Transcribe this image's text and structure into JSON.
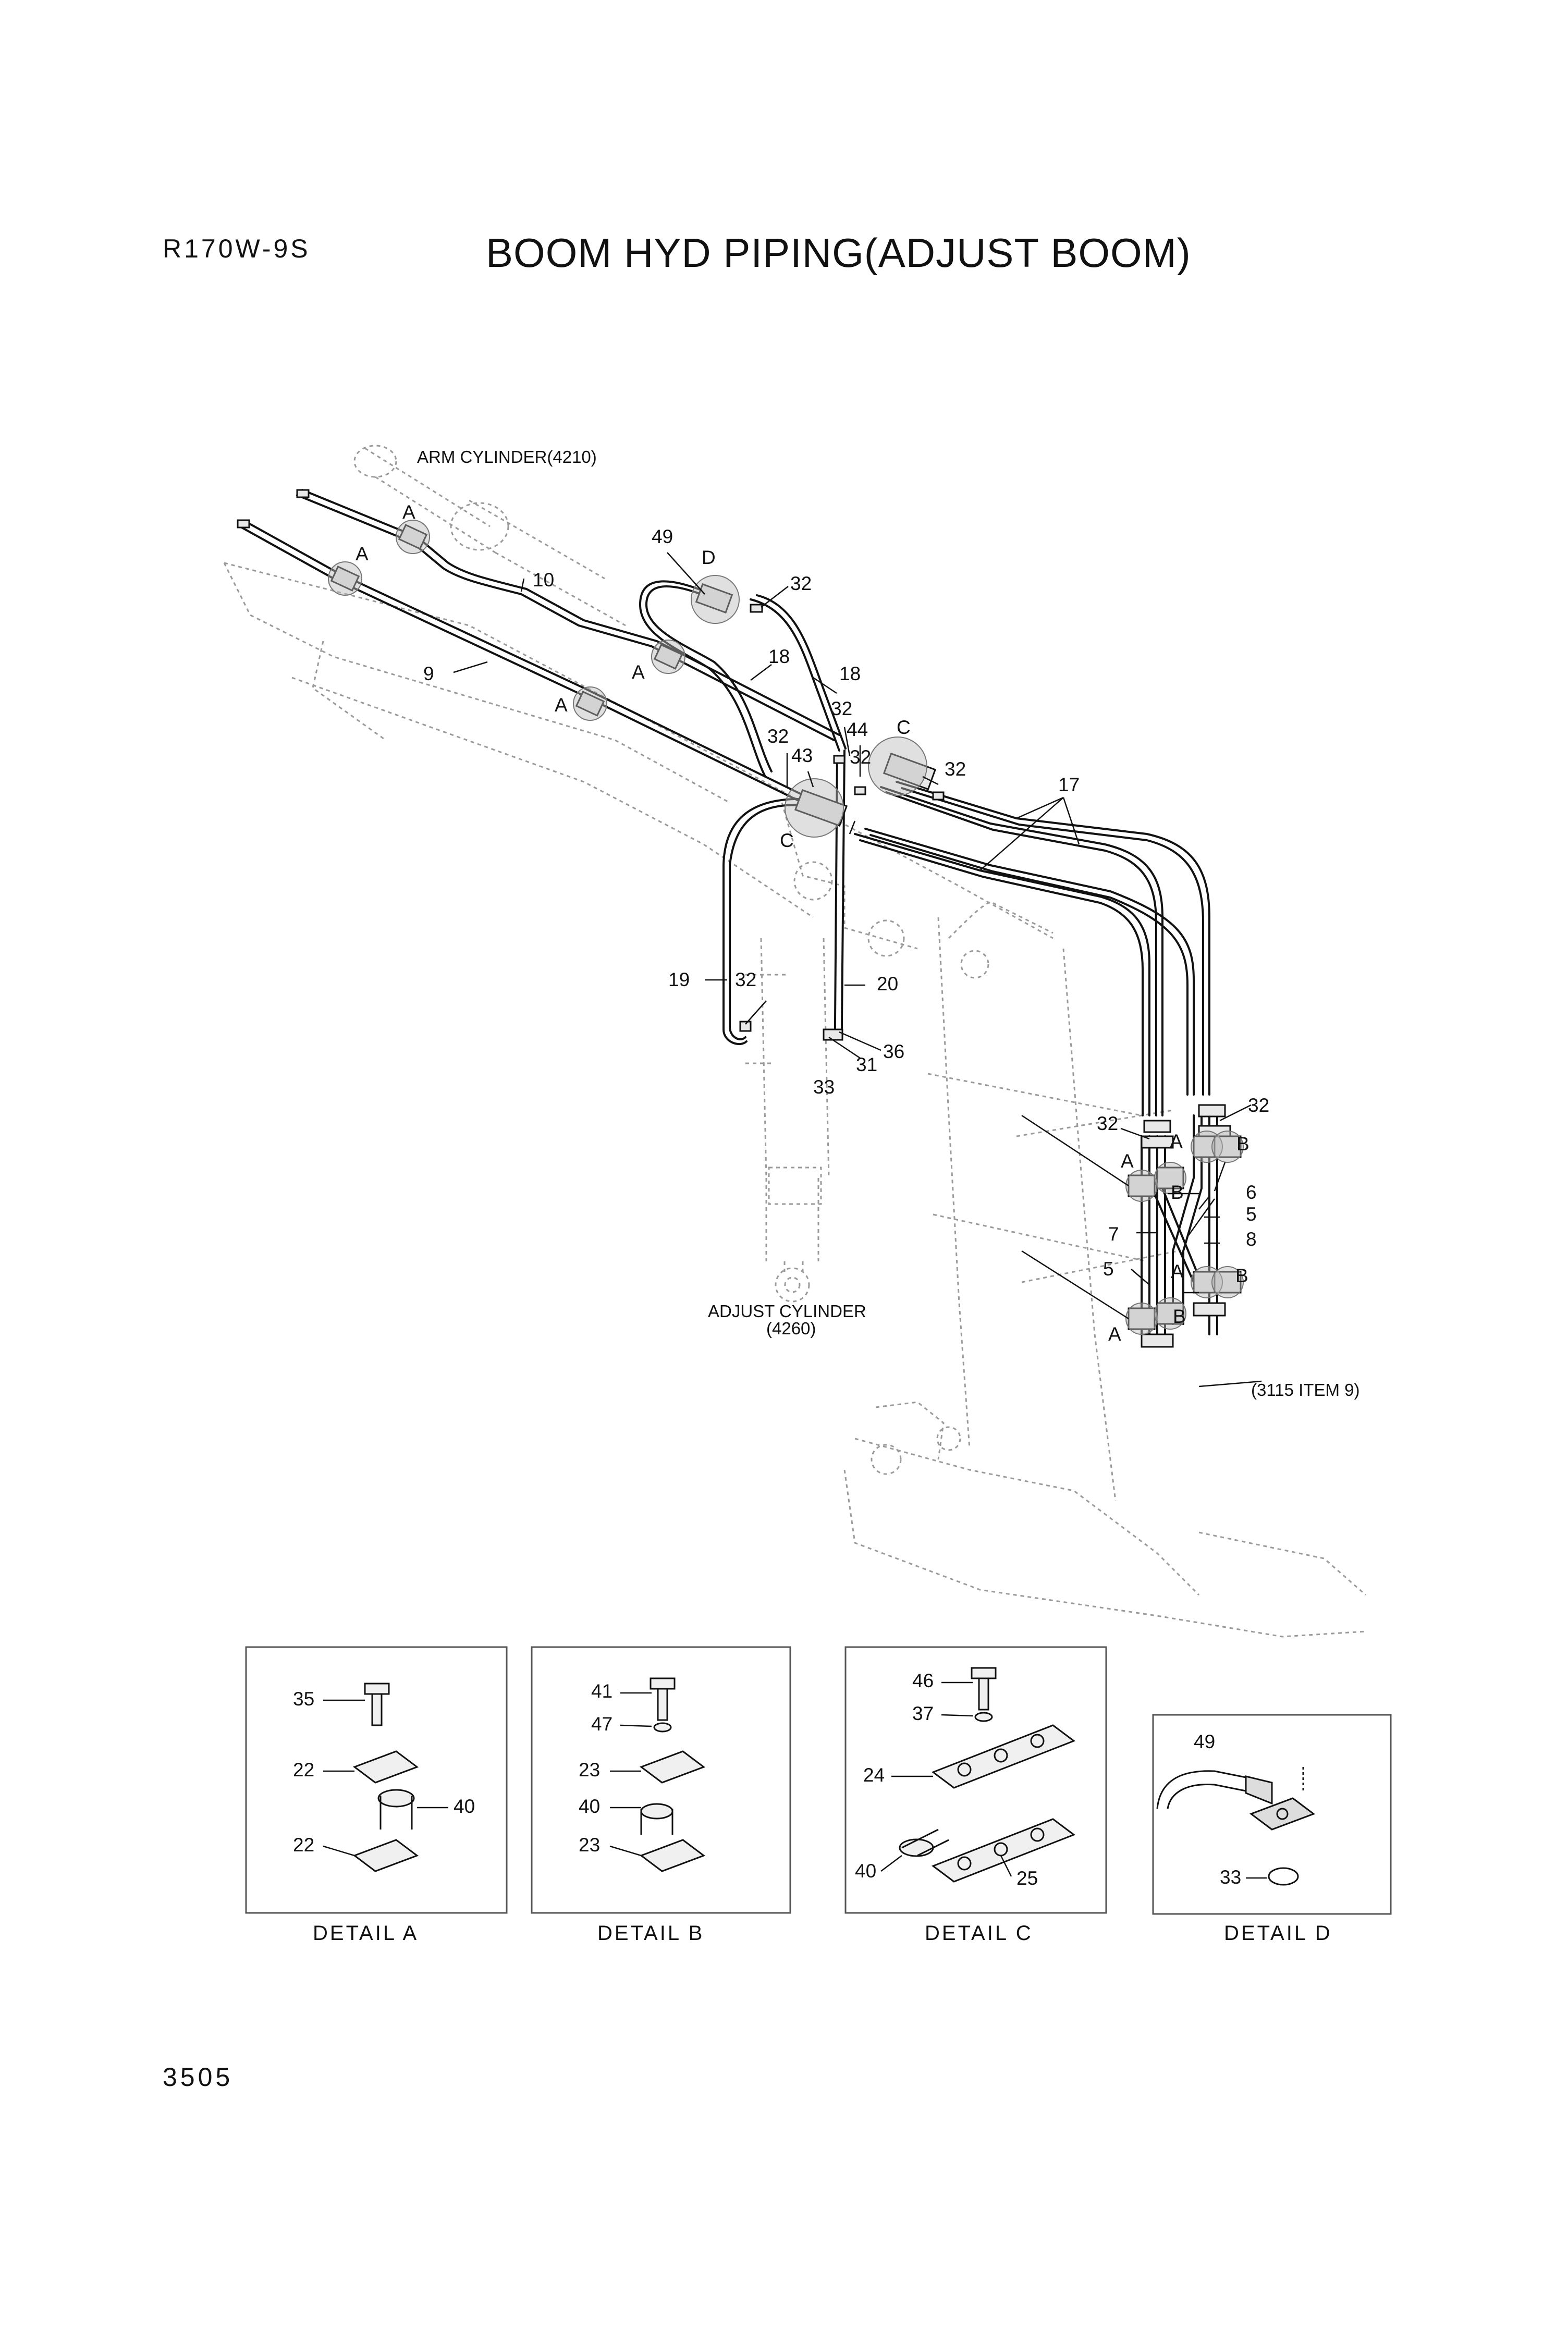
{
  "header": {
    "model": "R170W-9S",
    "title": "BOOM HYD PIPING(ADJUST BOOM)"
  },
  "footer": {
    "page_number": "3505"
  },
  "notes": {
    "arm_cylinder": "ARM CYLINDER(4210)",
    "adjust_cylinder_line1": "ADJUST CYLINDER",
    "adjust_cylinder_line2": "(4260)",
    "reference": "(3115 ITEM 9)"
  },
  "callouts": {
    "p1": "A",
    "p2": "A",
    "p3": "10",
    "p4": "49",
    "p5": "D",
    "p6": "32",
    "p7": "9",
    "p8": "A",
    "p9": "A",
    "p10": "18",
    "p11": "18",
    "p12": "32",
    "p13": "44",
    "p14": "C",
    "p15": "32",
    "p16": "43",
    "p17": "32",
    "p18": "32",
    "p19": "17",
    "p20": "C",
    "p21": "19",
    "p22": "32",
    "p23": "20",
    "p24": "36",
    "p25": "31",
    "p26": "33",
    "p27": "32",
    "p28": "32",
    "p29": "A",
    "p30": "B",
    "p31": "A",
    "p32": "B",
    "p33": "6",
    "p34": "5",
    "p35": "7",
    "p36": "8",
    "p37": "5",
    "p38": "A",
    "p39": "B",
    "p40": "B",
    "p41": "A"
  },
  "details": [
    {
      "caption": "DETAIL A",
      "callouts": [
        "35",
        "22",
        "40",
        "22"
      ]
    },
    {
      "caption": "DETAIL B",
      "callouts": [
        "41",
        "47",
        "23",
        "40",
        "23"
      ]
    },
    {
      "caption": "DETAIL C",
      "callouts": [
        "46",
        "37",
        "24",
        "40",
        "25"
      ]
    },
    {
      "caption": "DETAIL D",
      "callouts": [
        "49",
        "33"
      ]
    }
  ]
}
